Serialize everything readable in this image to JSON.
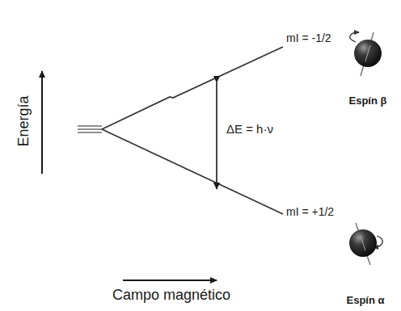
{
  "diagram": {
    "labels": [
      "Energía",
      "mI = -1/2",
      "ΔE = h·ν",
      "mI = +1/2",
      "Espín β",
      "Campo magnético",
      "Espín α"
    ]
  }
}
